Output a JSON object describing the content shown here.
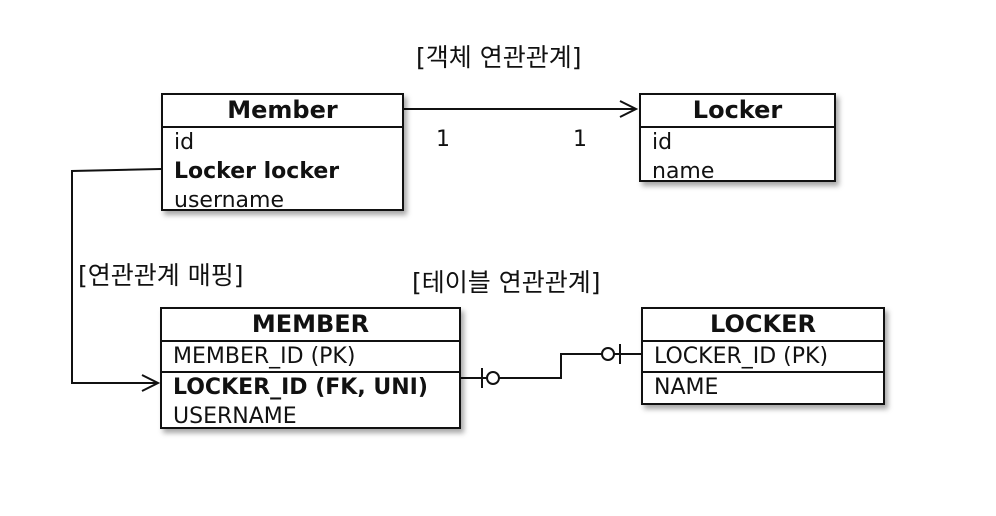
{
  "titles": {
    "object_relation": "[객체 연관관계]",
    "mapping": "[연관관계 매핑]",
    "table_relation": "[테이블 연관관계]"
  },
  "member_class": {
    "name": "Member",
    "fields": [
      "id",
      "Locker locker",
      "username"
    ]
  },
  "locker_class": {
    "name": "Locker",
    "fields": [
      "id",
      "name"
    ]
  },
  "multiplicity": {
    "member_side": "1",
    "locker_side": "1"
  },
  "member_table": {
    "name": "MEMBER",
    "columns": [
      "MEMBER_ID (PK)",
      "LOCKER_ID (FK, UNI)",
      "USERNAME"
    ]
  },
  "locker_table": {
    "name": "LOCKER",
    "columns": [
      "LOCKER_ID (PK)",
      "NAME"
    ]
  }
}
